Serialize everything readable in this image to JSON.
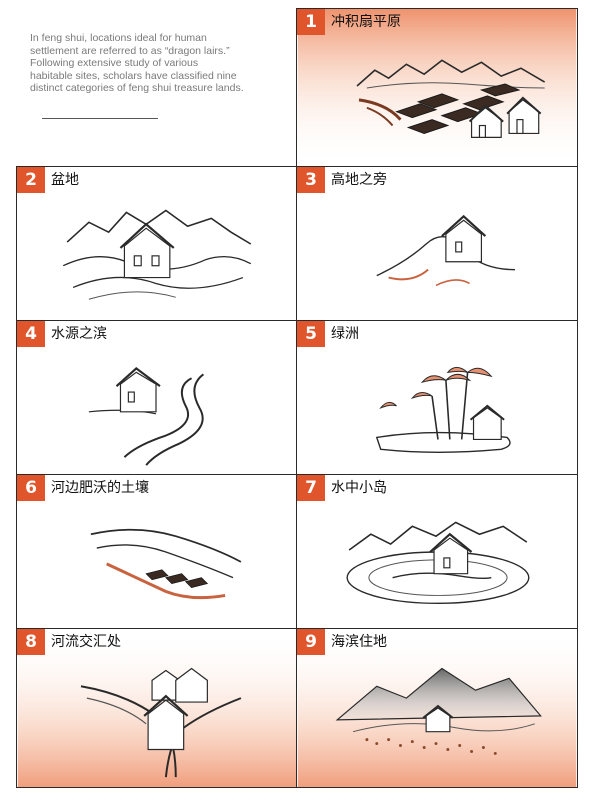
{
  "intro": {
    "lines": [
      "In feng shui, locations ideal for human",
      "settlement are referred to as “dragon lairs.”",
      " Following extensive study of various",
      "habitable sites, scholars have classified nine",
      "distinct categories of feng shui treasure lands."
    ]
  },
  "panels": [
    {
      "number": "1",
      "title": "冲积扇平原"
    },
    {
      "number": "2",
      "title": "盆地"
    },
    {
      "number": "3",
      "title": "高地之旁"
    },
    {
      "number": "4",
      "title": "水源之滨"
    },
    {
      "number": "5",
      "title": "绿洲"
    },
    {
      "number": "6",
      "title": "河边肥沃的土壤"
    },
    {
      "number": "7",
      "title": "水中小岛"
    },
    {
      "number": "8",
      "title": "河流交汇处"
    },
    {
      "number": "9",
      "title": "海滨住地"
    }
  ],
  "colors": {
    "accent": "#e0552b",
    "wash": "#f4b89a",
    "ink": "#2a2a2a"
  }
}
